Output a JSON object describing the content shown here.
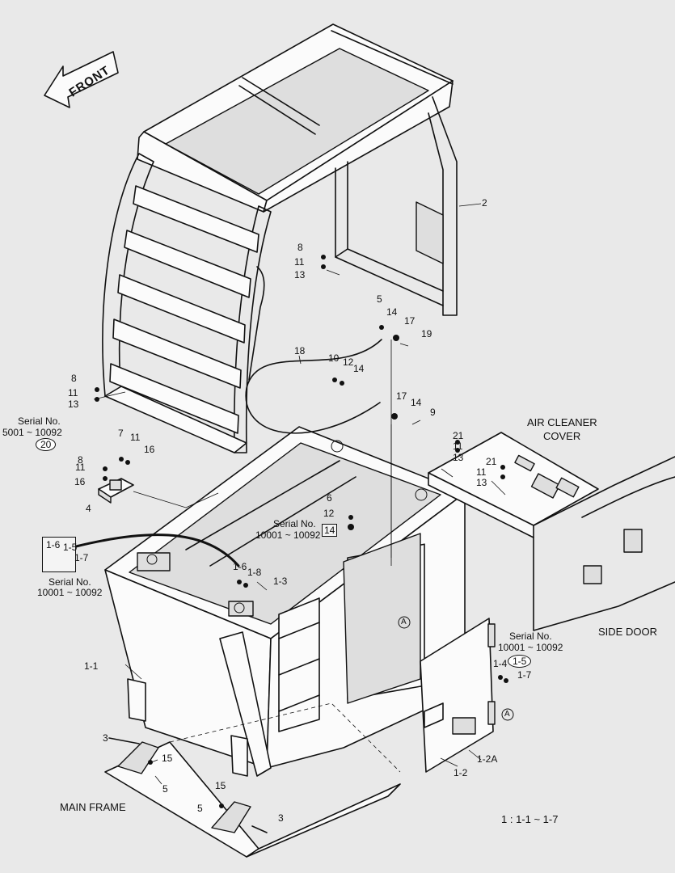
{
  "labels": {
    "front": "FRONT",
    "air_cleaner": "AIR CLEANER",
    "cover": "COVER",
    "side_door": "SIDE DOOR",
    "main_frame": "MAIN FRAME",
    "view_a": "A",
    "sub_assembly": "1 : 1-1 ~ 1-7"
  },
  "serials": {
    "label": "Serial No.",
    "range_a": "5001 ~ 10092",
    "range_b": "10001 ~ 10092"
  },
  "parts": {
    "p2": "2",
    "p3": "3",
    "p4": "4",
    "p5": "5",
    "p6": "6",
    "p7": "7",
    "p8": "8",
    "p9": "9",
    "p10": "10",
    "p11": "11",
    "p12": "12",
    "p13": "13",
    "p14": "14",
    "p15": "15",
    "p16": "16",
    "p17": "17",
    "p18": "18",
    "p19": "19",
    "p20": "20",
    "p21": "21",
    "p1_1": "1-1",
    "p1_2": "1-2",
    "p1_2a": "1-2A",
    "p1_3": "1-3",
    "p1_4": "1-4",
    "p1_5": "1-5",
    "p1_6": "1-6",
    "p1_7": "1-7",
    "p1_8": "1-8"
  }
}
